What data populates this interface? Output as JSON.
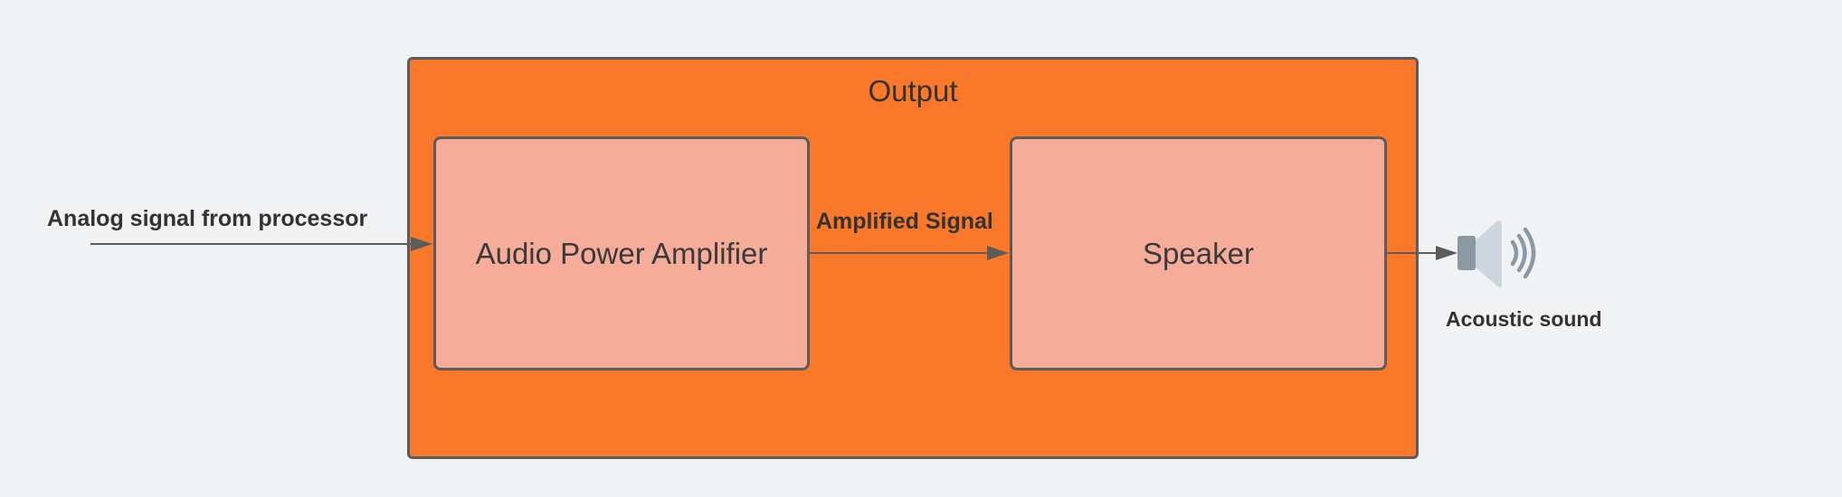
{
  "diagram": {
    "container": {
      "title": "Output"
    },
    "blocks": {
      "amplifier": "Audio Power Amplifier",
      "speaker": "Speaker"
    },
    "edges": {
      "input": "Analog signal from processor",
      "amplified": "Amplified Signal",
      "output": "Acoustic sound"
    },
    "colors": {
      "container_fill": "#fa7829",
      "block_fill": "#f5ac98",
      "border": "#5c5c5c",
      "background": "#f1f2f4",
      "speaker_icon": "#8b99a5"
    },
    "icons": [
      "speaker-icon"
    ]
  }
}
